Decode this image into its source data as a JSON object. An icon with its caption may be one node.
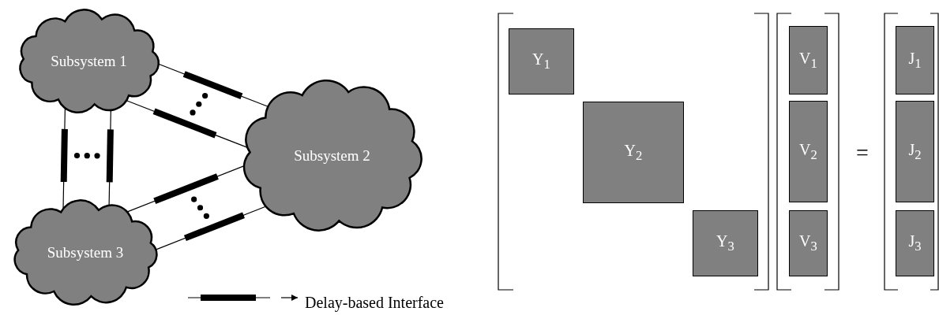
{
  "diagram": {
    "nodes": [
      {
        "text": [
          "Subsystem 1"
        ]
      },
      {
        "text": [
          "Subsystem 2"
        ]
      },
      {
        "text": [
          "Subsystem 3"
        ]
      },
      {
        "text": [
          "Y$_{1}$"
        ]
      },
      {
        "text": [
          "V$_{1}$"
        ]
      },
      {
        "text": [
          "J$_{1}$"
        ]
      },
      {
        "text": [
          "Y$_{2}$"
        ]
      },
      {
        "text": [
          "V$_{2}$"
        ]
      },
      {
        "text": [
          "J$_{2}$"
        ]
      },
      {
        "text": [
          "Y$_{3}$"
        ]
      },
      {
        "text": [
          "V$_{3}$"
        ]
      },
      {
        "text": [
          "J$_{3}$"
        ]
      }
    ],
    "edges": [
      {
        "from": 0,
        "to": 1,
        "arrow": "none"
      },
      {
        "from": 0,
        "to": 1,
        "arrow": "none"
      },
      {
        "from": 0,
        "to": 2,
        "arrow": "none"
      },
      {
        "from": 0,
        "to": 2,
        "arrow": "none"
      },
      {
        "from": 2,
        "to": 1,
        "arrow": "none"
      },
      {
        "from": 2,
        "to": 1,
        "arrow": "none"
      }
    ],
    "labels": [
      "="
    ],
    "legend": [
      {
        "text": "Delay-based Interface"
      }
    ]
  }
}
